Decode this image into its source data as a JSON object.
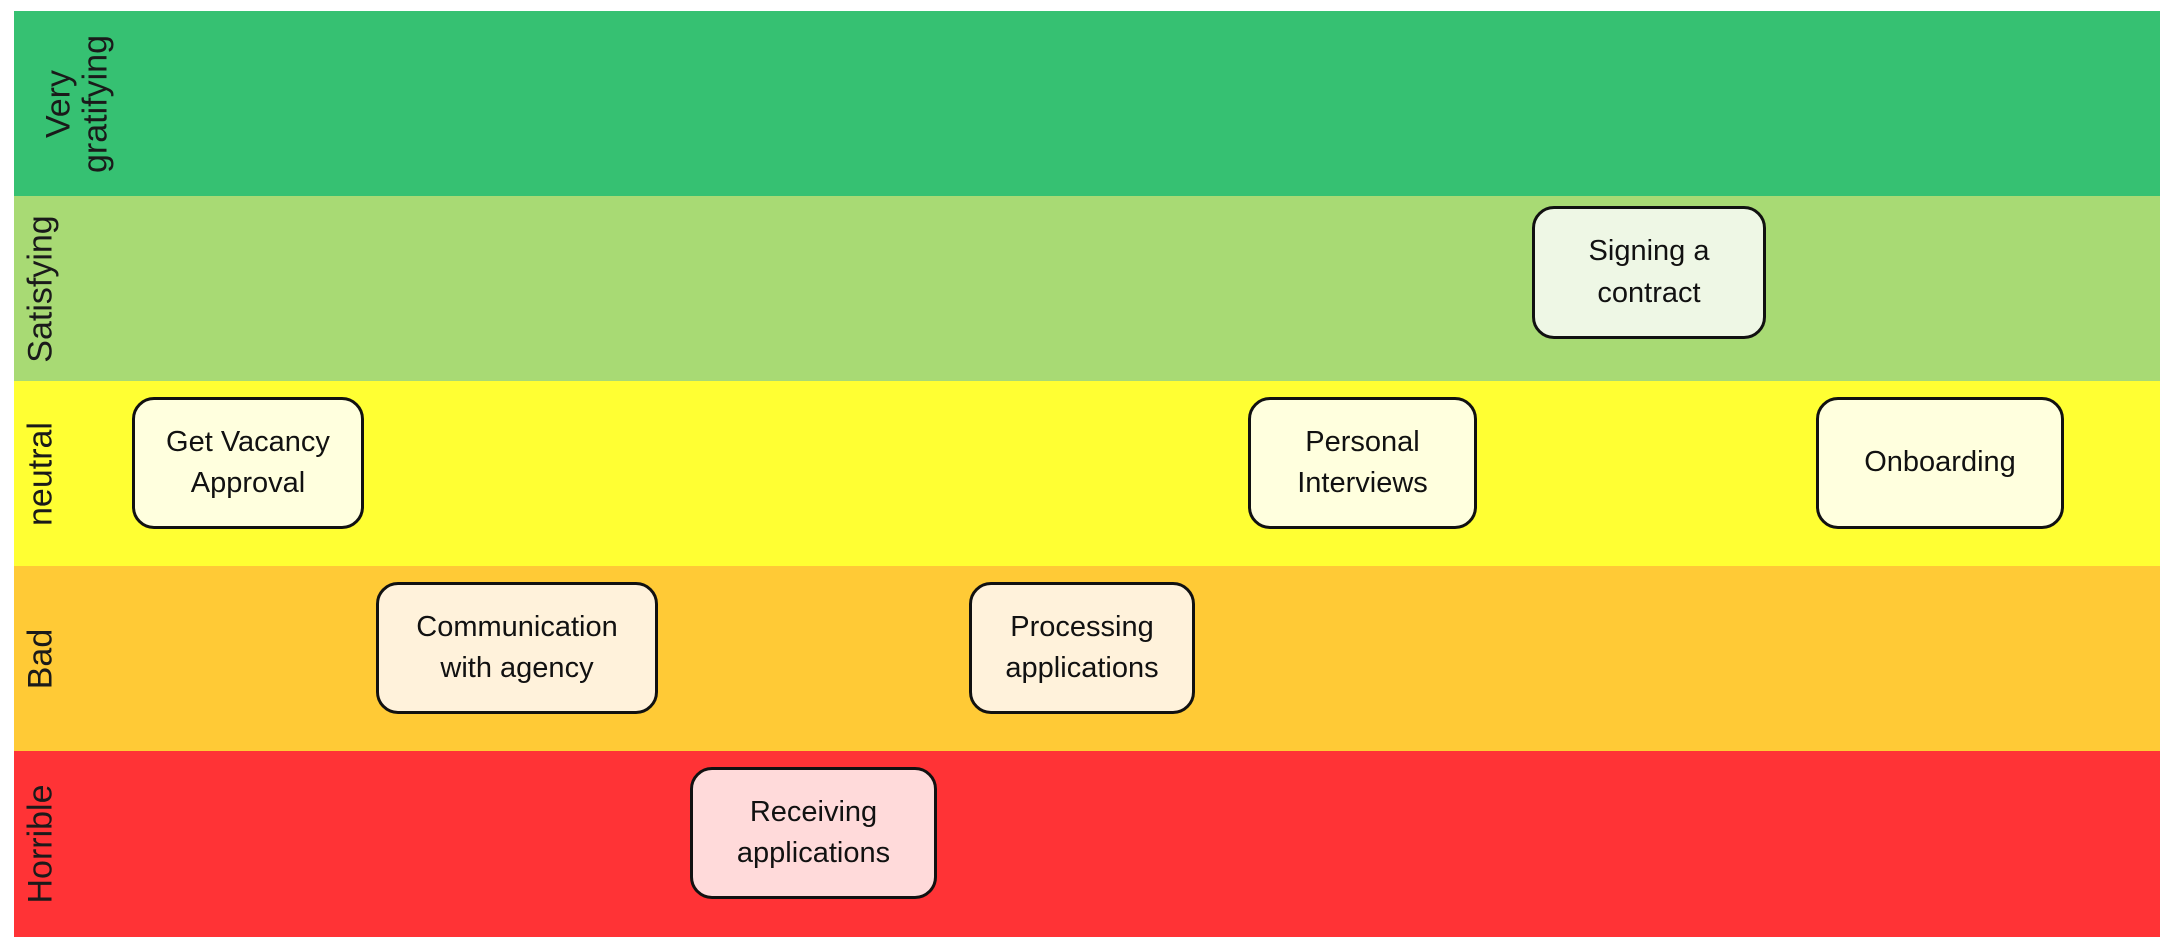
{
  "bands": [
    {
      "label": "Very gratifying",
      "color": "#36C172",
      "box_fill": "#E6F6EC",
      "wrap": true
    },
    {
      "label": "Satisfying",
      "color": "#A8DA74",
      "box_fill": "#EEF7E5",
      "wrap": false
    },
    {
      "label": "neutral",
      "color": "#FFFF33",
      "box_fill": "#FFFFDE",
      "wrap": false
    },
    {
      "label": "Bad",
      "color": "#FFCA36",
      "box_fill": "#FFF2DB",
      "wrap": false
    },
    {
      "label": "Horrible",
      "color": "#FF3336",
      "box_fill": "#FFDADA",
      "wrap": false
    }
  ],
  "stages": [
    {
      "label": "Get Vacancy Approval",
      "band": 2
    },
    {
      "label": "Communication with agency",
      "band": 3
    },
    {
      "label": "Receiving applications",
      "band": 4
    },
    {
      "label": "Processing applications",
      "band": 3
    },
    {
      "label": "Personal Interviews",
      "band": 2
    },
    {
      "label": "Signing a contract",
      "band": 1
    },
    {
      "label": "Onboarding",
      "band": 2
    }
  ]
}
